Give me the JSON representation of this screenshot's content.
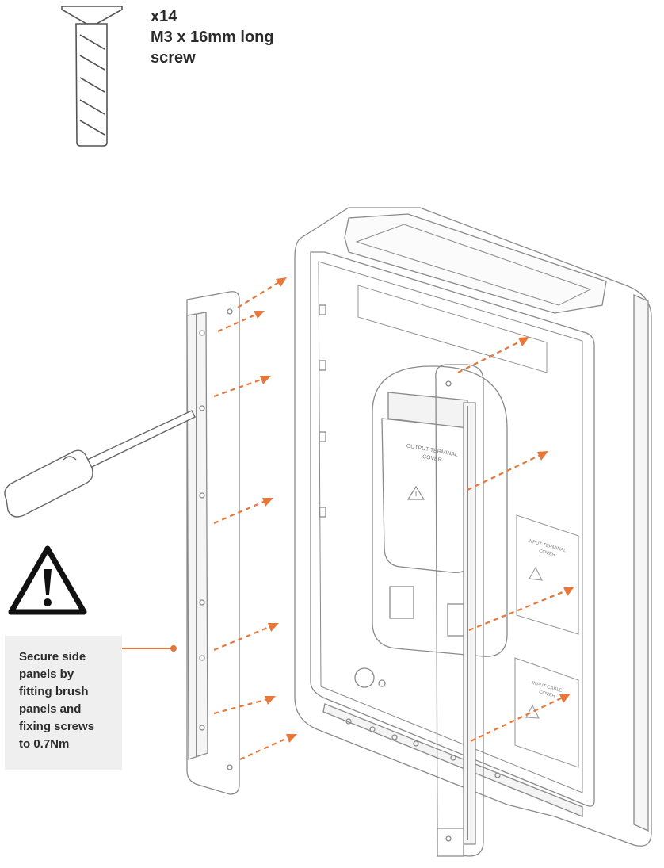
{
  "screw_spec": {
    "quantity": "x14",
    "size": "M3 x 16mm long",
    "type": "screw"
  },
  "instruction": {
    "lines": [
      "Secure side",
      "panels by",
      "fitting brush",
      "panels and",
      "fixing screws",
      "to 0.7Nm"
    ]
  },
  "labels": {
    "output_cover_line1": "OUTPUT TERMINAL",
    "output_cover_line2": "COVER",
    "input_cover_line1": "INPUT TERMINAL",
    "input_cover_line2": "COVER",
    "input_cable_line1": "INPUT CABLE",
    "input_cable_line2": "COVER"
  },
  "icons": {
    "screw": "screw-icon",
    "screwdriver": "screwdriver-icon",
    "warning": "warning-triangle-icon"
  },
  "colors": {
    "accent": "#e8773a",
    "line": "#8a8a8a",
    "label_bg": "#efefef"
  }
}
